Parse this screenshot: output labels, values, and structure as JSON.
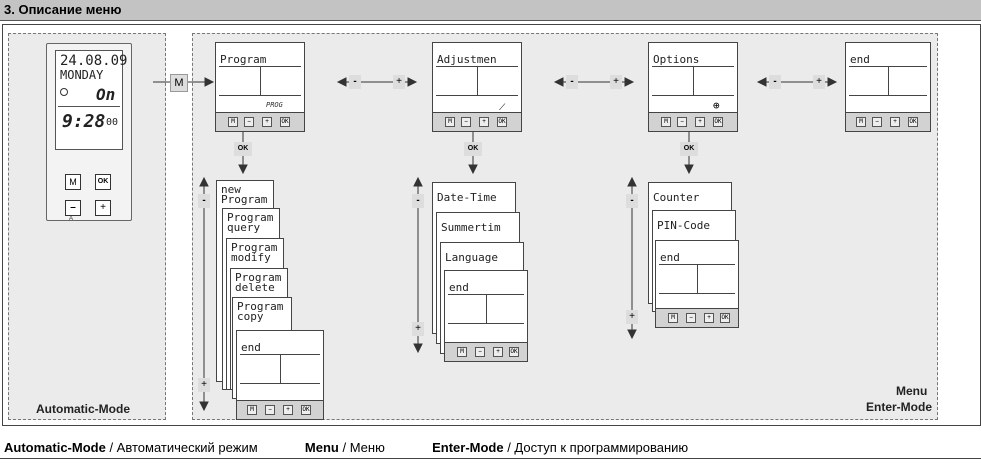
{
  "header": {
    "title": "3. Описание меню"
  },
  "device": {
    "date": "24.08.09",
    "day": "MONDAY",
    "state": "On",
    "time": "9:28",
    "seconds": "00",
    "btn_m": "M",
    "btn_ok": "OK",
    "btn_minus": "–",
    "btn_plus": "+",
    "btn_a": "A"
  },
  "left_box_label": "Automatic-Mode",
  "menu_box_label_1": "Menu",
  "menu_box_label_2": "Enter-Mode",
  "m_key": "M",
  "ok_key": "OK",
  "minus_key": "-",
  "plus_key": "+",
  "screens": {
    "program": {
      "title": "Program",
      "sub": "PROG"
    },
    "adjust": {
      "title": "Adjustmen"
    },
    "options": {
      "title": "Options"
    },
    "end": {
      "title": "end"
    }
  },
  "softkeys": [
    "M",
    "−",
    "+",
    "OK"
  ],
  "program_stack": [
    "new\nProgram",
    "Program\nquery",
    "Program\nmodify",
    "Program\ndelete",
    "Program\ncopy",
    "end"
  ],
  "adjust_stack": [
    "Date-Time",
    "Summertim",
    "Language",
    "end"
  ],
  "options_stack": [
    "Counter",
    "PIN-Code",
    "end"
  ],
  "footer": {
    "a_bold": "Automatic-Mode",
    "a_text": " / Автоматический режим",
    "m_bold": "Menu",
    "m_text": " / Меню",
    "e_bold": "Enter-Mode",
    "e_text": " / Доступ к программированию"
  }
}
